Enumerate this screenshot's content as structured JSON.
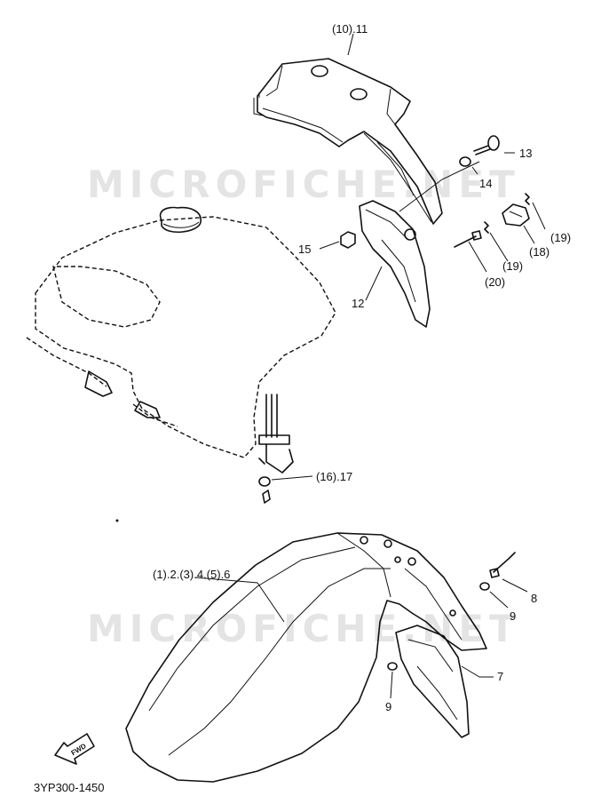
{
  "watermark": "MICROFICHE.NET",
  "fwd_label": "FWD",
  "diagram_code": "3YP300-1450",
  "callouts": [
    {
      "id": "c-10-11",
      "text": "(10).11"
    },
    {
      "id": "c-13",
      "text": "13"
    },
    {
      "id": "c-14",
      "text": "14"
    },
    {
      "id": "c-15",
      "text": "15"
    },
    {
      "id": "c-12",
      "text": "12"
    },
    {
      "id": "c-19a",
      "text": "(19)"
    },
    {
      "id": "c-18",
      "text": "(18)"
    },
    {
      "id": "c-19b",
      "text": "(19)"
    },
    {
      "id": "c-20",
      "text": "(20)"
    },
    {
      "id": "c-16-17",
      "text": "(16).17"
    },
    {
      "id": "c-1-6",
      "text": "(1).2.(3).4.(5).6"
    },
    {
      "id": "c-8",
      "text": "8"
    },
    {
      "id": "c-9a",
      "text": "9"
    },
    {
      "id": "c-7",
      "text": "7"
    },
    {
      "id": "c-9b",
      "text": "9"
    }
  ]
}
